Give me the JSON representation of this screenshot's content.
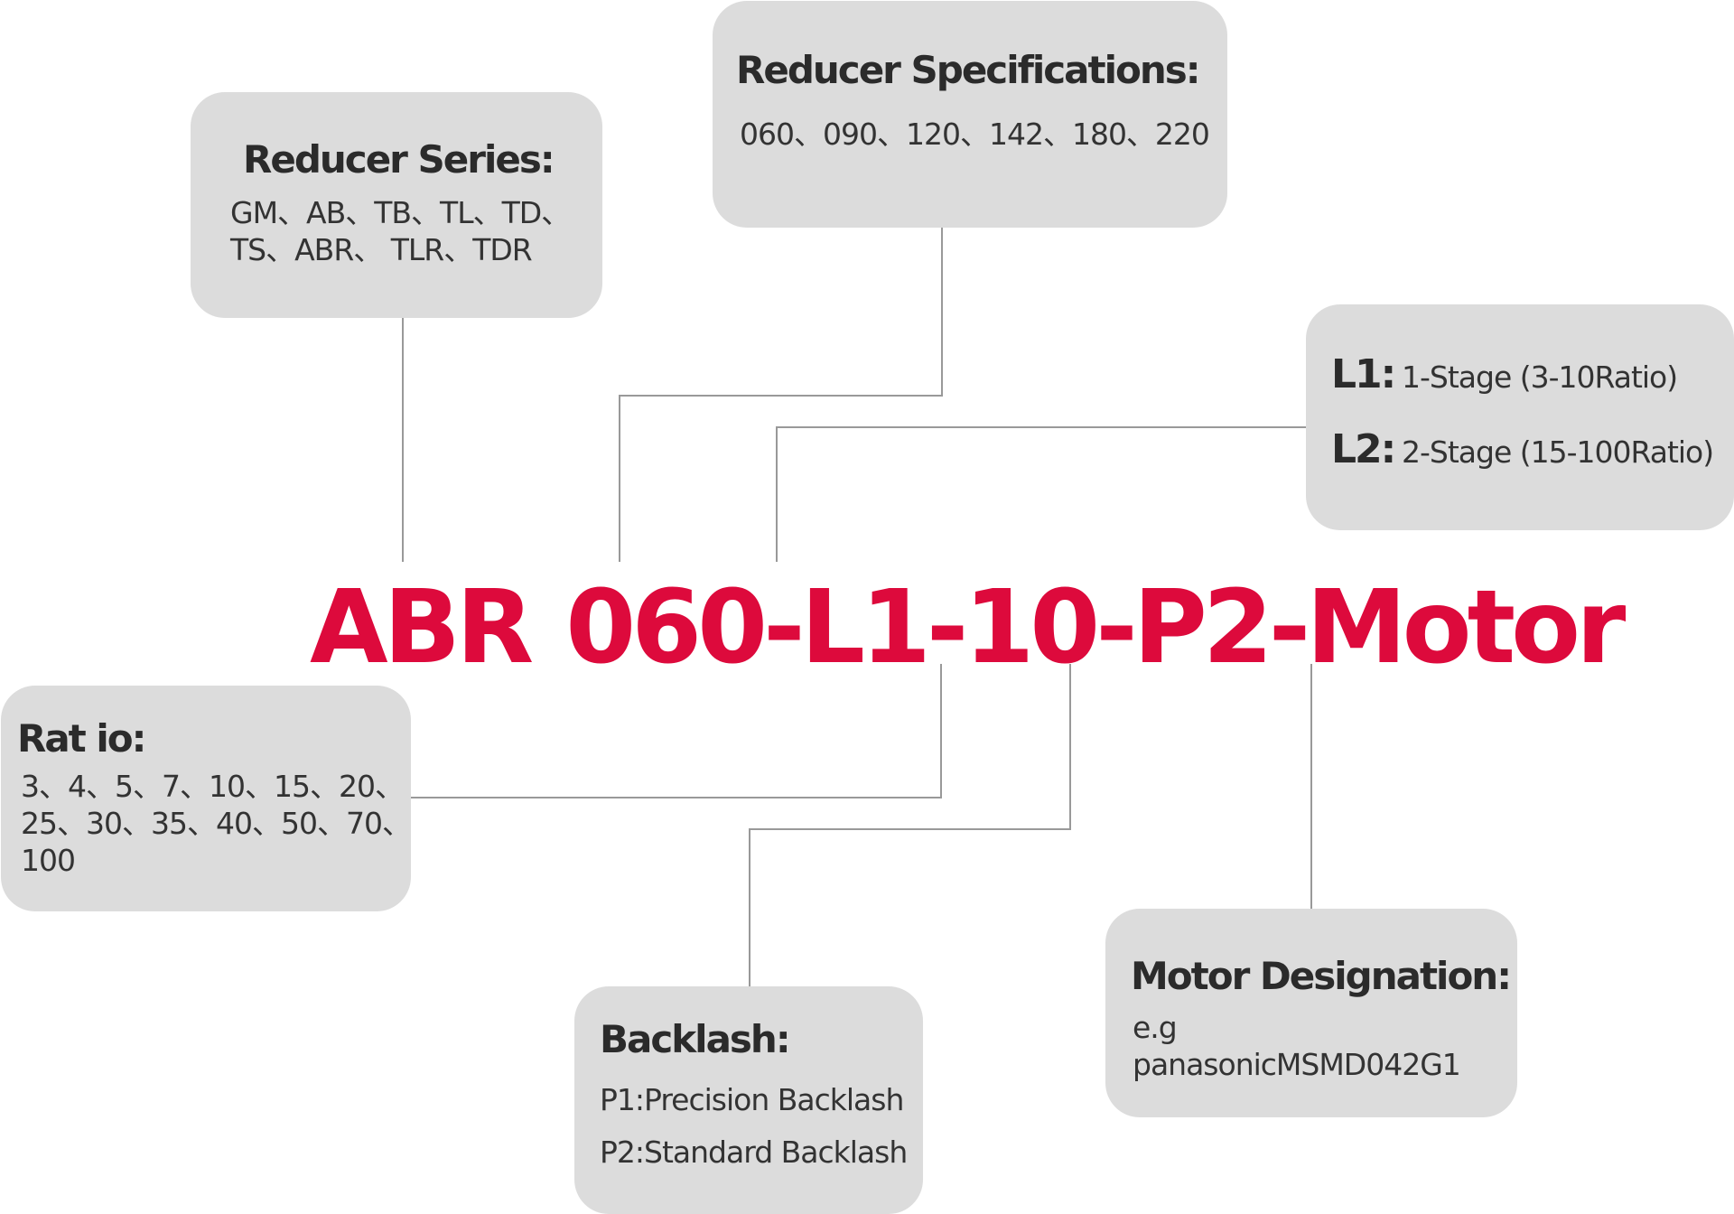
{
  "diagram": {
    "model_code": {
      "series": "ABR",
      "rest": "060-L1-10-P2-Motor",
      "color": "#dd0a3c"
    },
    "reducer_series": {
      "title": "Reducer Series:",
      "lines": [
        "GM、AB、TB、TL、TD、",
        "TS、ABR、 TLR、TDR"
      ]
    },
    "reducer_specifications": {
      "title": "Reducer Specifications:",
      "lines": [
        "060、090、120、142、180、220"
      ]
    },
    "stages": {
      "items": [
        {
          "key": "L1:",
          "value": "1-Stage (3-10Ratio)"
        },
        {
          "key": "L2:",
          "value": "2-Stage (15-100Ratio)"
        }
      ]
    },
    "ratio": {
      "title": "Rat io:",
      "lines": [
        "3、4、5、7、10、15、20、",
        "25、30、35、40、50、70、",
        "100"
      ]
    },
    "backlash": {
      "title": "Backlash:",
      "lines": [
        "P1:Precision Backlash",
        "P2:Standard Backlash"
      ]
    },
    "motor_designation": {
      "title": "Motor Designation:",
      "lines": [
        "e.g",
        "panasonicMSMD042G1"
      ]
    },
    "colors": {
      "box_fill": "#dcdcdc",
      "connector": "#999999",
      "text": "#2b2b2b"
    }
  }
}
